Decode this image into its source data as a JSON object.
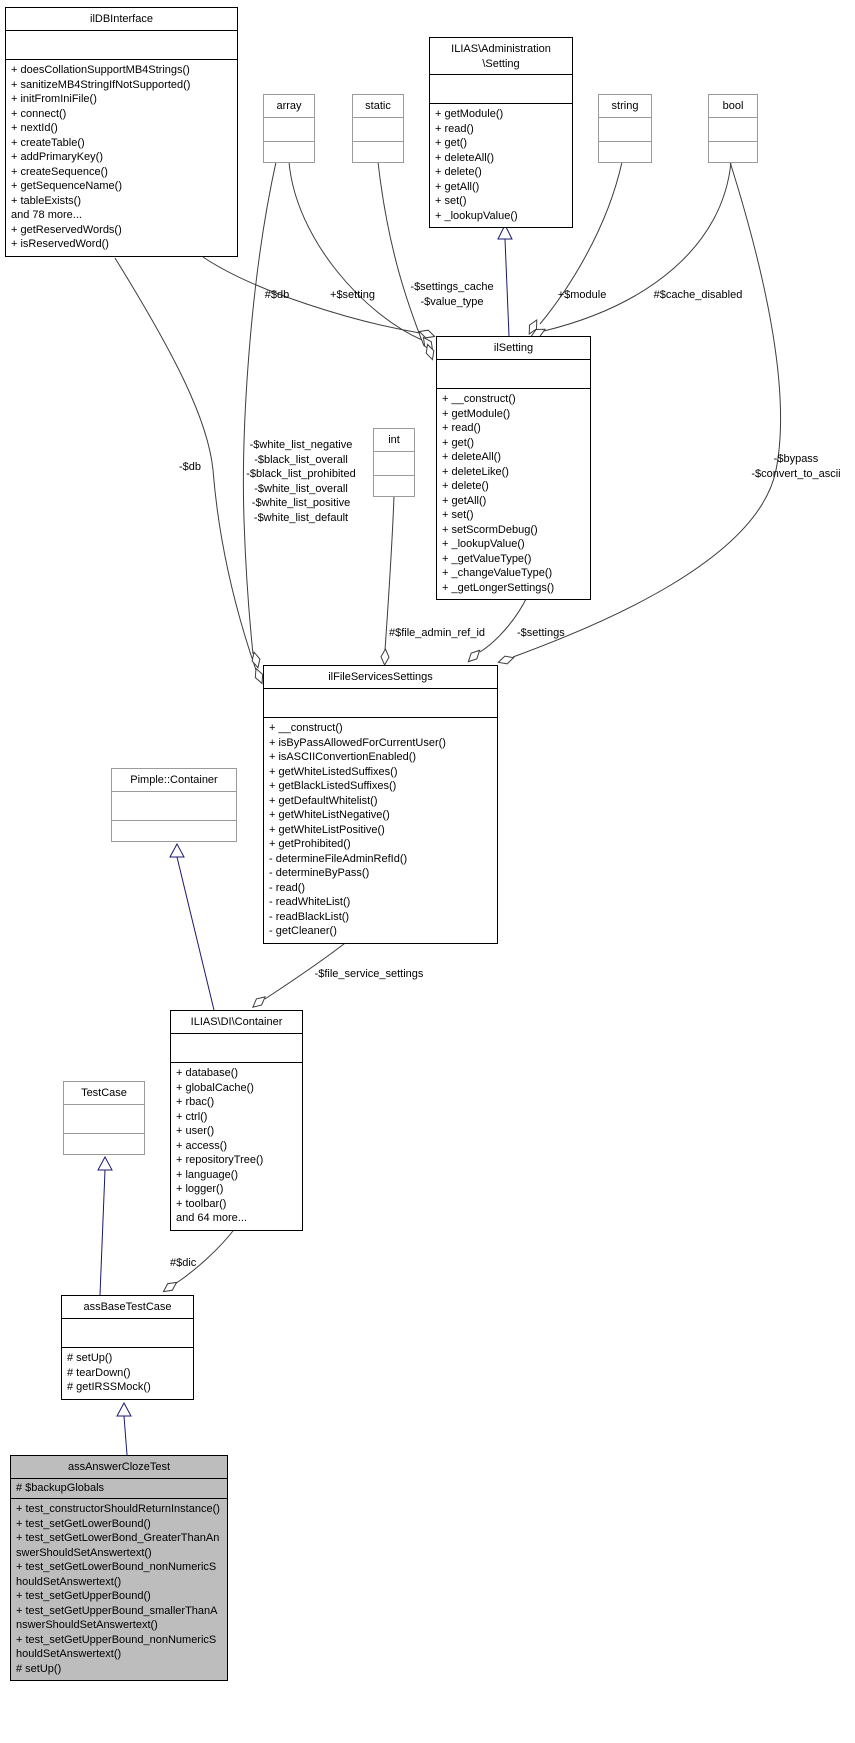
{
  "classes": {
    "ilDBInterface": {
      "title": "ilDBInterface",
      "attributes": [],
      "methods": [
        "+ doesCollationSupportMB4Strings()",
        "+ sanitizeMB4StringIfNotSupported()",
        "+ initFromIniFile()",
        "+ connect()",
        "+ nextId()",
        "+ createTable()",
        "+ addPrimaryKey()",
        "+ createSequence()",
        "+ getSequenceName()",
        "+ tableExists()",
        "and 78 more...",
        "+ getReservedWords()",
        "+ isReservedWord()"
      ]
    },
    "adminSetting": {
      "title_lines": [
        "ILIAS\\Administration",
        "\\Setting"
      ],
      "attributes": [],
      "methods": [
        "+ getModule()",
        "+ read()",
        "+ get()",
        "+ deleteAll()",
        "+ delete()",
        "+ getAll()",
        "+ set()",
        "+ _lookupValue()"
      ]
    },
    "array": {
      "title": "array"
    },
    "static": {
      "title": "static"
    },
    "string": {
      "title": "string"
    },
    "bool": {
      "title": "bool"
    },
    "int": {
      "title": "int"
    },
    "ilSetting": {
      "title": "ilSetting",
      "attributes": [],
      "methods": [
        "+ __construct()",
        "+ getModule()",
        "+ read()",
        "+ get()",
        "+ deleteAll()",
        "+ deleteLike()",
        "+ delete()",
        "+ getAll()",
        "+ set()",
        "+ setScormDebug()",
        "+ _lookupValue()",
        "+ _getValueType()",
        "+ _changeValueType()",
        "+ _getLongerSettings()"
      ]
    },
    "fileServices": {
      "title": "ilFileServicesSettings",
      "attributes": [],
      "methods": [
        "+ __construct()",
        "+ isByPassAllowedForCurrentUser()",
        "+ isASCIIConvertionEnabled()",
        "+ getWhiteListedSuffixes()",
        "+ getBlackListedSuffixes()",
        "+ getDefaultWhitelist()",
        "+ getWhiteListNegative()",
        "+ getWhiteListPositive()",
        "+ getProhibited()",
        "- determineFileAdminRefId()",
        "- determineByPass()",
        "- read()",
        "- readWhiteList()",
        "- readBlackList()",
        "- getCleaner()"
      ]
    },
    "pimple": {
      "title": "Pimple::Container"
    },
    "diContainer": {
      "title": "ILIAS\\DI\\Container",
      "attributes": [],
      "methods": [
        "+ database()",
        "+ globalCache()",
        "+ rbac()",
        "+ ctrl()",
        "+ user()",
        "+ access()",
        "+ repositoryTree()",
        "+ language()",
        "+ logger()",
        "+ toolbar()",
        "and 64 more..."
      ]
    },
    "testCase": {
      "title": "TestCase"
    },
    "assBase": {
      "title": "assBaseTestCase",
      "attributes": [],
      "methods": [
        "# setUp()",
        "# tearDown()",
        "# getIRSSMock()"
      ]
    },
    "assAnswer": {
      "title": "assAnswerClozeTest",
      "attributes": [
        "# $backupGlobals"
      ],
      "methods": [
        "+ test_constructorShouldReturnInstance()",
        "+ test_setGetLowerBound()",
        "+ test_setGetLowerBond_GreaterThanAnswerShouldSetAnswertext()",
        "+ test_setGetLowerBound_nonNumericShouldSetAnswertext()",
        "+ test_setGetUpperBound()",
        "+ test_setGetUpperBound_smallerThanAnswerShouldSetAnswertext()",
        "+ test_setGetUpperBound_nonNumericShouldSetAnswertext()",
        "# setUp()"
      ]
    }
  },
  "labels": {
    "db_setting": "#$db",
    "setting": "+$setting",
    "settings_cache": [
      "-$settings_cache",
      "-$value_type"
    ],
    "module": "+$module",
    "cache_disabled": "#$cache_disabled",
    "db_file": "-$db",
    "whitelists": [
      "-$white_list_negative",
      "-$black_list_overall",
      "-$black_list_prohibited",
      "-$white_list_overall",
      "-$white_list_positive",
      "-$white_list_default"
    ],
    "file_admin_ref_id": "#$file_admin_ref_id",
    "settings": "-$settings",
    "bypass": [
      "-$bypass",
      "-$convert_to_ascii"
    ],
    "file_service_settings": "-$file_service_settings",
    "dic": "#$dic"
  },
  "colors": {
    "inheritance_edge": "#191970",
    "aggregation_edge": "#3c3c3c",
    "external_box_border": "#9b9b9b",
    "highlight_fill": "#bdbdbd"
  }
}
